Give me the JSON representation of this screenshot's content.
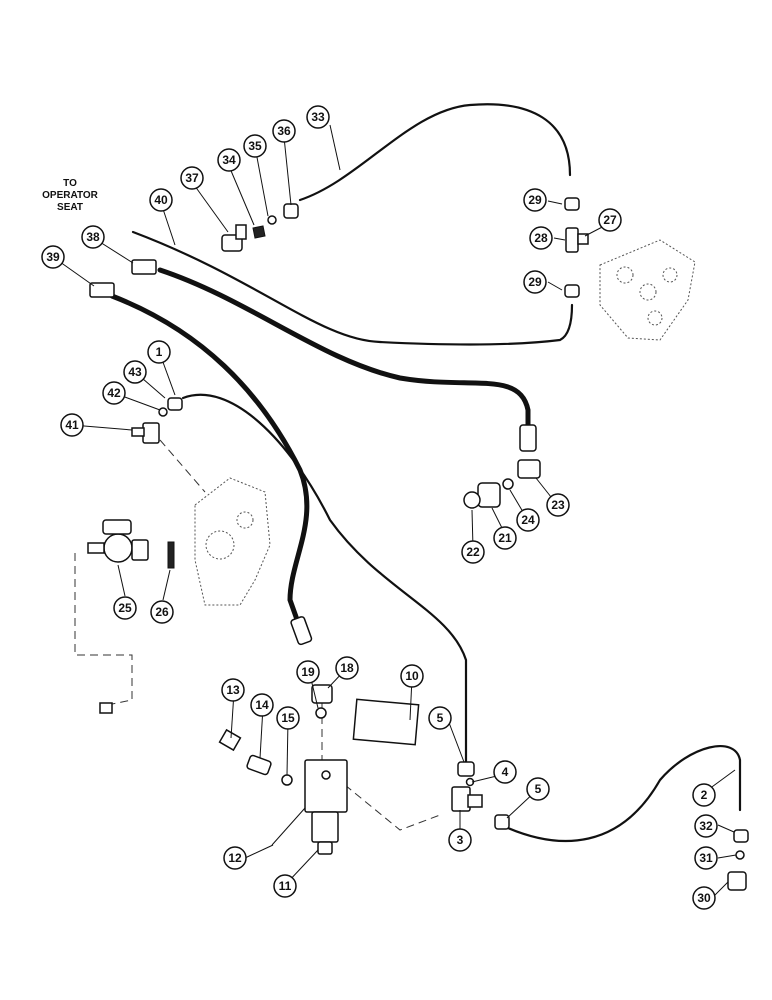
{
  "diagram": {
    "note": [
      "TO",
      "OPERATOR",
      "SEAT"
    ],
    "callouts": [
      "1",
      "2",
      "3",
      "4",
      "5",
      "5",
      "10",
      "11",
      "12",
      "13",
      "14",
      "15",
      "18",
      "19",
      "21",
      "22",
      "23",
      "24",
      "25",
      "26",
      "27",
      "28",
      "29",
      "29",
      "30",
      "31",
      "32",
      "33",
      "34",
      "35",
      "36",
      "37",
      "38",
      "39",
      "40",
      "41",
      "42",
      "43"
    ]
  }
}
